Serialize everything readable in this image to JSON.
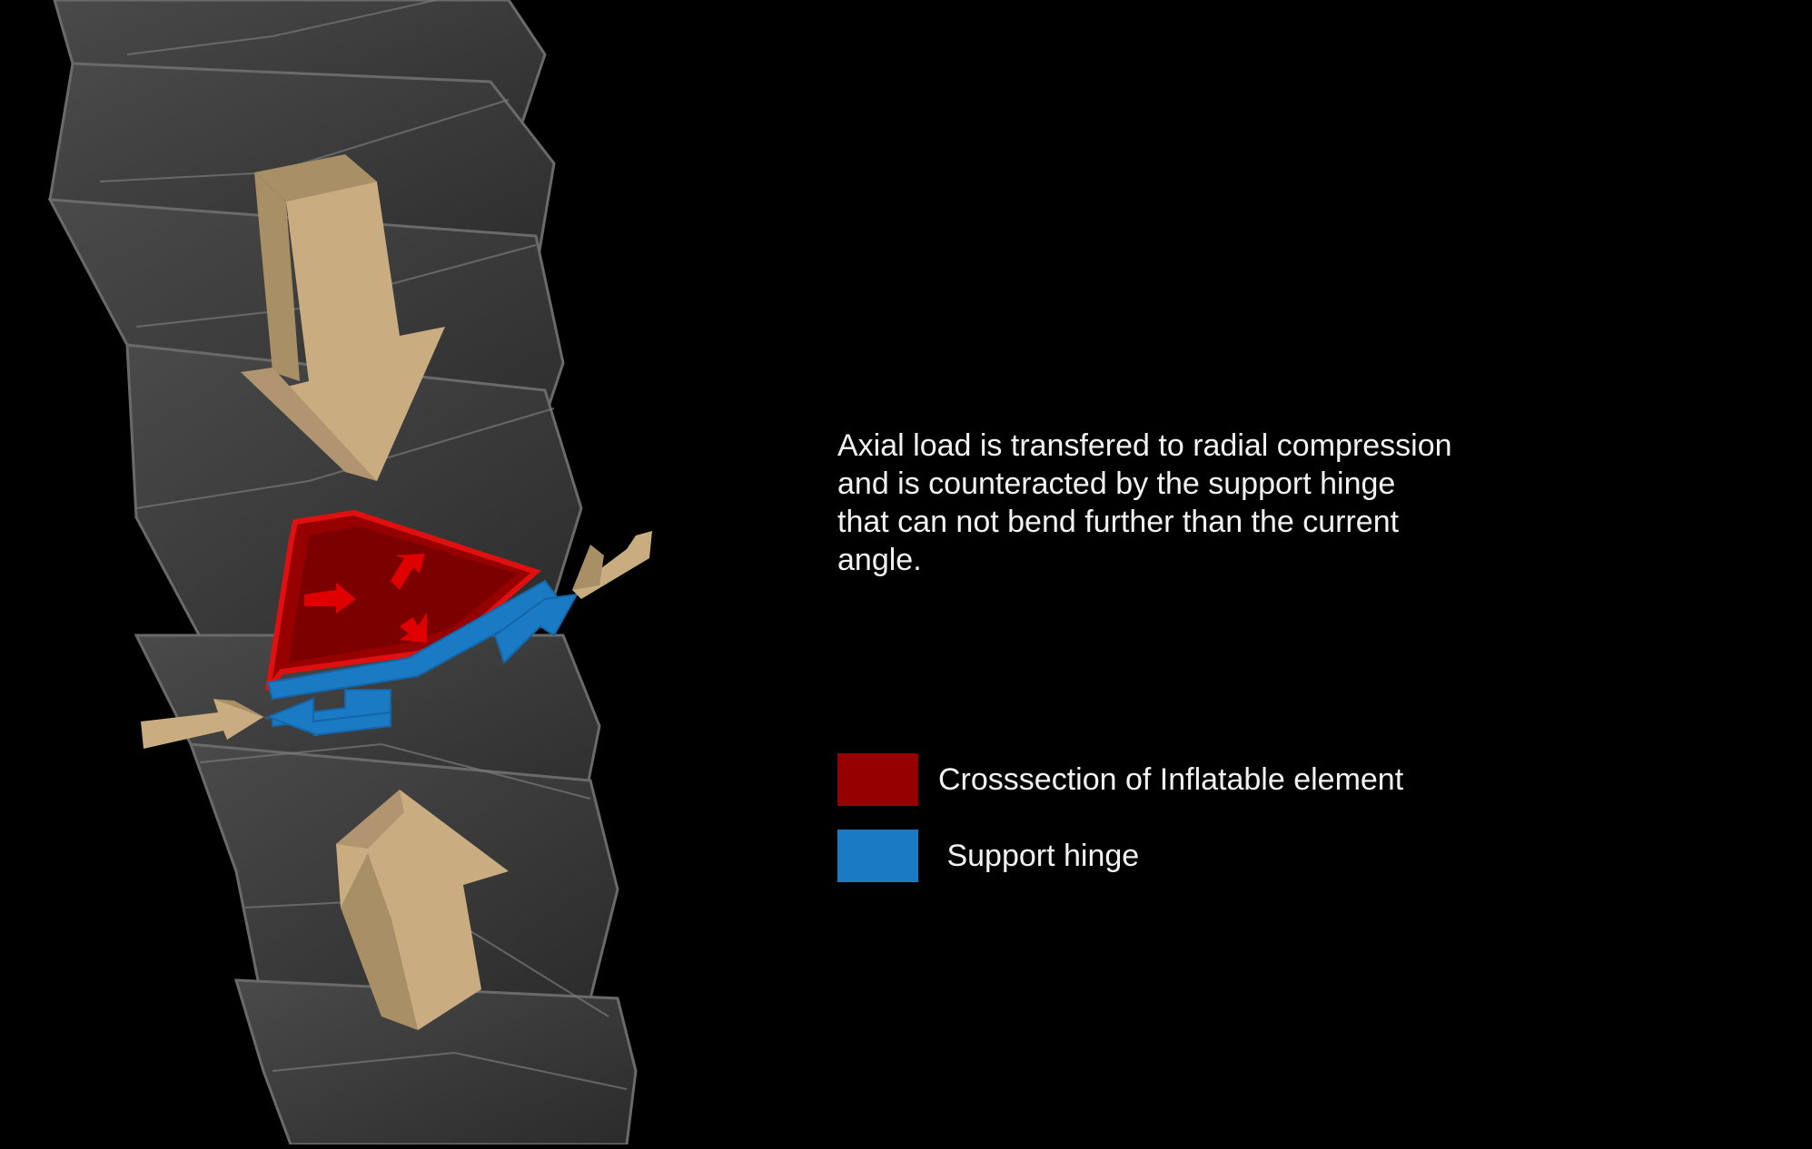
{
  "caption": "Axial load is transfered to radial compression\nand is counteracted by the support hinge\nthat can not bend further than the current\nangle.",
  "legend": {
    "items": [
      {
        "label": "Crosssection of Inflatable element",
        "color": "#960000"
      },
      {
        "label": " Support hinge",
        "color": "#1a7bc4"
      }
    ]
  },
  "colors": {
    "background": "#000000",
    "module": "#3d3d3d",
    "load_arrow": "#c9ad80",
    "inflatable": "#960000",
    "hinge": "#1a7bc4"
  }
}
